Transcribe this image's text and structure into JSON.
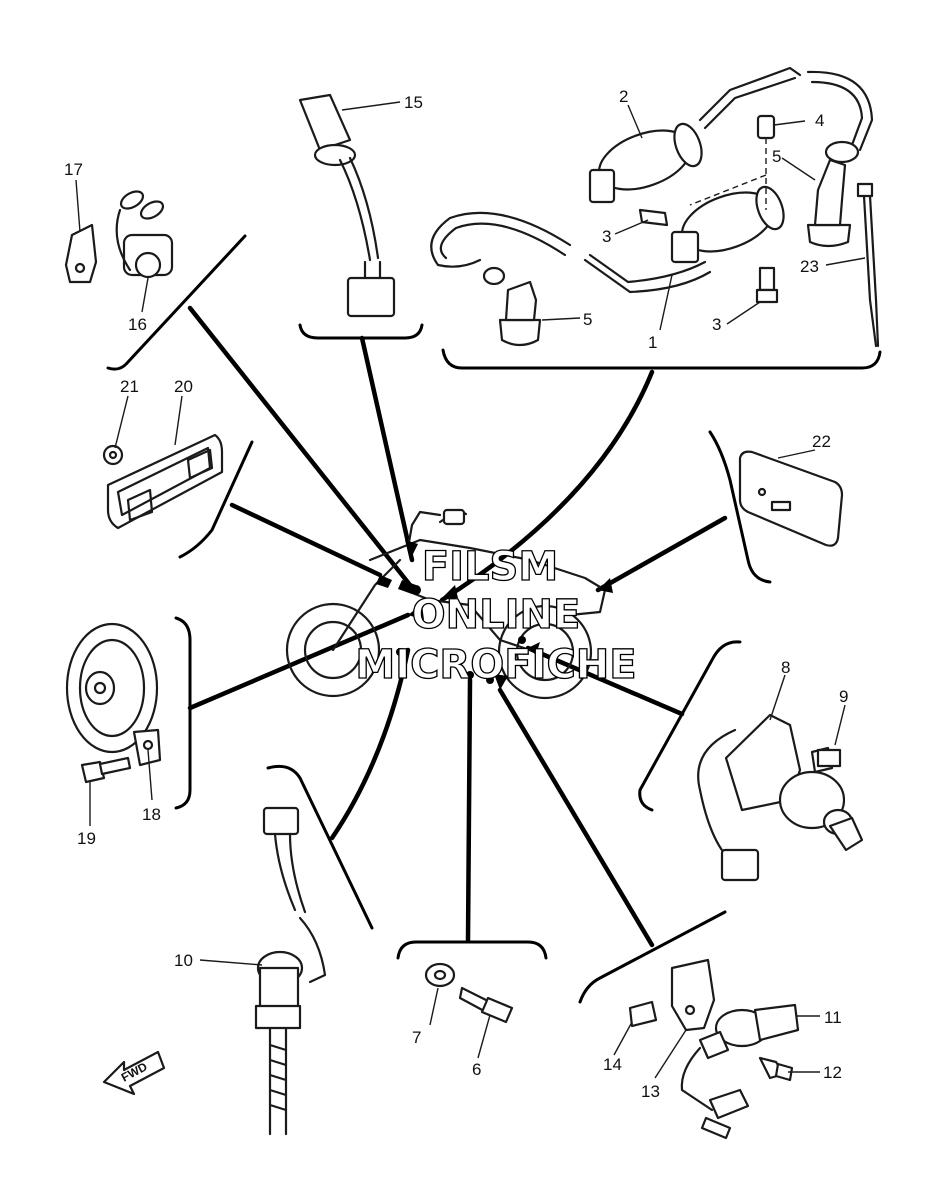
{
  "callouts": [
    {
      "id": "1",
      "label": "1"
    },
    {
      "id": "2",
      "label": "2"
    },
    {
      "id": "3a",
      "label": "3"
    },
    {
      "id": "3b",
      "label": "3"
    },
    {
      "id": "4",
      "label": "4"
    },
    {
      "id": "5a",
      "label": "5"
    },
    {
      "id": "5b",
      "label": "5"
    },
    {
      "id": "6",
      "label": "6"
    },
    {
      "id": "7",
      "label": "7"
    },
    {
      "id": "8",
      "label": "8"
    },
    {
      "id": "9",
      "label": "9"
    },
    {
      "id": "10",
      "label": "10"
    },
    {
      "id": "11",
      "label": "11"
    },
    {
      "id": "12",
      "label": "12"
    },
    {
      "id": "13",
      "label": "13"
    },
    {
      "id": "14",
      "label": "14"
    },
    {
      "id": "15",
      "label": "15"
    },
    {
      "id": "16",
      "label": "16"
    },
    {
      "id": "17",
      "label": "17"
    },
    {
      "id": "18",
      "label": "18"
    },
    {
      "id": "19",
      "label": "19"
    },
    {
      "id": "20",
      "label": "20"
    },
    {
      "id": "21",
      "label": "21"
    },
    {
      "id": "22",
      "label": "22"
    },
    {
      "id": "23",
      "label": "23"
    }
  ],
  "watermark": {
    "line1": "FILSM",
    "line2": "ONLINE",
    "line3": "MICROFICHE"
  },
  "fwd_label": "FWD"
}
